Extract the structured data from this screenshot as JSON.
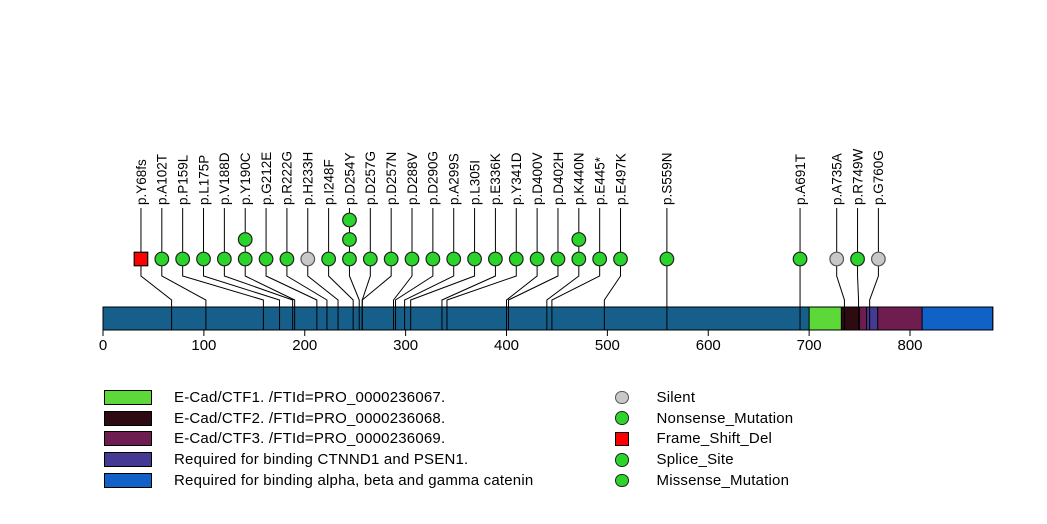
{
  "chart_data": {
    "type": "lollipop",
    "title": "",
    "protein_length": 882,
    "xlim": [
      0,
      882
    ],
    "axis_ticks": [
      0,
      100,
      200,
      300,
      400,
      500,
      600,
      700,
      800
    ],
    "colors": {
      "marker_green": "#2BD42B",
      "marker_gray": "#C8C8C8",
      "marker_red": "#FF0000",
      "bar_base": "#155F8A",
      "ctf1_green": "#5CD838",
      "ctf2_dark": "#2E0A13",
      "ctf3_maroon": "#6F1C50",
      "ctnnd1_purple": "#443A91",
      "catenin_blue": "#1162C6"
    },
    "domains": [
      {
        "name": "E-Cad/CTF1",
        "start": 700,
        "end": 732,
        "color": "#5CD838"
      },
      {
        "name": "E-Cad/CTF2",
        "start": 732,
        "end": 750,
        "color": "#2E0A13"
      },
      {
        "name": "E-Cad/CTF3",
        "start": 750,
        "end": 882,
        "color": "#6F1C50"
      },
      {
        "name": "Required for binding CTNND1 and PSEN1",
        "start": 757,
        "end": 768,
        "color": "#443A91"
      },
      {
        "name": "Required for binding alpha, beta and gamma catenin",
        "start": 812,
        "end": 882,
        "color": "#1162C6"
      }
    ],
    "mutations": [
      {
        "label": "p.Y68fs",
        "position": 68,
        "count": 1,
        "marker": "red-square"
      },
      {
        "label": "p.A102T",
        "position": 102,
        "count": 1,
        "marker": "green-circle"
      },
      {
        "label": "p.P159L",
        "position": 159,
        "count": 1,
        "marker": "green-circle"
      },
      {
        "label": "p.L175P",
        "position": 175,
        "count": 1,
        "marker": "green-circle"
      },
      {
        "label": "p.V188D",
        "position": 188,
        "count": 1,
        "marker": "green-circle"
      },
      {
        "label": "p.Y190C",
        "position": 190,
        "count": 2,
        "marker": "green-circle"
      },
      {
        "label": "p.G212E",
        "position": 212,
        "count": 1,
        "marker": "green-circle"
      },
      {
        "label": "p.R222G",
        "position": 222,
        "count": 1,
        "marker": "green-circle"
      },
      {
        "label": "p.H233H",
        "position": 233,
        "count": 1,
        "marker": "gray-circle"
      },
      {
        "label": "p.I248F",
        "position": 248,
        "count": 1,
        "marker": "green-circle"
      },
      {
        "label": "p.D254Y",
        "position": 254,
        "count": 3,
        "marker": "green-circle"
      },
      {
        "label": "p.D257G",
        "position": 257,
        "count": 1,
        "marker": "green-circle"
      },
      {
        "label": "p.D257N",
        "position": 257,
        "count": 1,
        "marker": "green-circle"
      },
      {
        "label": "p.D288V",
        "position": 288,
        "count": 1,
        "marker": "green-circle"
      },
      {
        "label": "p.D290G",
        "position": 290,
        "count": 1,
        "marker": "green-circle"
      },
      {
        "label": "p.A299S",
        "position": 299,
        "count": 1,
        "marker": "green-circle"
      },
      {
        "label": "p.L305I",
        "position": 305,
        "count": 1,
        "marker": "green-circle"
      },
      {
        "label": "p.E336K",
        "position": 336,
        "count": 1,
        "marker": "green-circle"
      },
      {
        "label": "p.Y341D",
        "position": 341,
        "count": 1,
        "marker": "green-circle"
      },
      {
        "label": "p.D400V",
        "position": 400,
        "count": 1,
        "marker": "green-circle"
      },
      {
        "label": "p.D402H",
        "position": 402,
        "count": 1,
        "marker": "green-circle"
      },
      {
        "label": "p.K440N",
        "position": 440,
        "count": 2,
        "marker": "green-circle"
      },
      {
        "label": "p.E445*",
        "position": 445,
        "count": 1,
        "marker": "green-circle"
      },
      {
        "label": "p.E497K",
        "position": 497,
        "count": 1,
        "marker": "green-circle"
      },
      {
        "label": "p.S559N",
        "position": 559,
        "count": 1,
        "marker": "green-circle"
      },
      {
        "label": "p.A691T",
        "position": 691,
        "count": 1,
        "marker": "green-circle"
      },
      {
        "label": "p.A735A",
        "position": 735,
        "count": 1,
        "marker": "gray-circle"
      },
      {
        "label": "p.R749W",
        "position": 749,
        "count": 1,
        "marker": "green-circle"
      },
      {
        "label": "p.G760G",
        "position": 760,
        "count": 1,
        "marker": "gray-circle"
      }
    ],
    "legend_left": [
      {
        "label": "E-Cad/CTF1. /FTId=PRO_0000236067.",
        "color": "#5CD838"
      },
      {
        "label": "E-Cad/CTF2. /FTId=PRO_0000236068.",
        "color": "#2E0A13"
      },
      {
        "label": "E-Cad/CTF3. /FTId=PRO_0000236069.",
        "color": "#6F1C50"
      },
      {
        "label": "Required for binding CTNND1 and PSEN1.",
        "color": "#443A91"
      },
      {
        "label": "Required for binding alpha, beta and gamma catenin",
        "color": "#1162C6"
      }
    ],
    "legend_right": [
      {
        "label": "Silent",
        "marker": "gray-circle"
      },
      {
        "label": "Nonsense_Mutation",
        "marker": "green-circle"
      },
      {
        "label": "Frame_Shift_Del",
        "marker": "red-square"
      },
      {
        "label": "Splice_Site",
        "marker": "green-circle"
      },
      {
        "label": "Missense_Mutation",
        "marker": "green-circle"
      }
    ]
  }
}
